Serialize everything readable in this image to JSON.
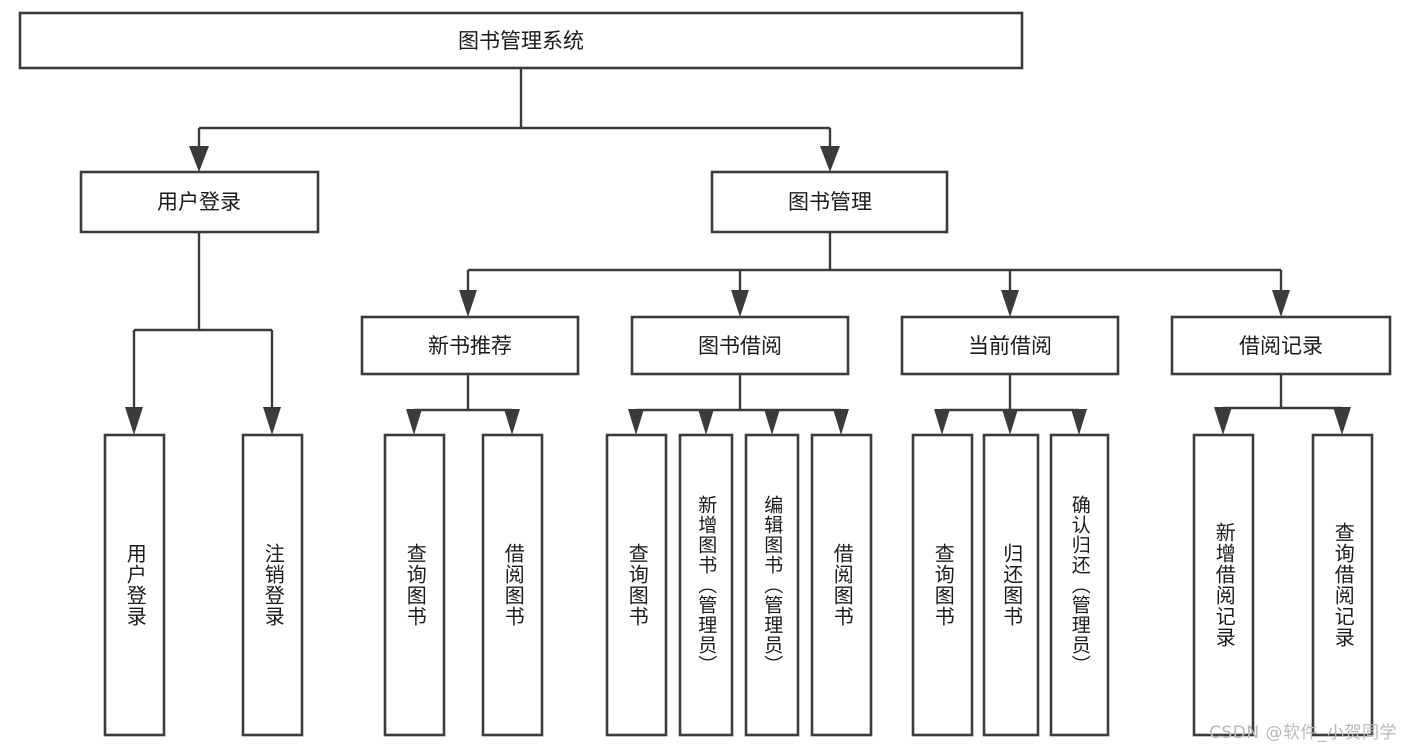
{
  "diagram": {
    "type": "tree-hierarchy",
    "title": "图书管理系统",
    "watermark": "CSDN @软件_小贺同学",
    "colors": {
      "background": "#ffffff",
      "box_stroke": "#3b3b3b",
      "box_fill": "#ffffff",
      "text": "#1b1b1b",
      "connector": "#3b3b3b",
      "watermark": "#b9b9b9"
    },
    "root": {
      "label": "图书管理系统"
    },
    "level2": [
      {
        "label": "用户登录"
      },
      {
        "label": "图书管理"
      }
    ],
    "level3": [
      {
        "label": "新书推荐"
      },
      {
        "label": "图书借阅"
      },
      {
        "label": "当前借阅"
      },
      {
        "label": "借阅记录"
      }
    ],
    "leaves": {
      "user_login": [
        {
          "label": "用户登录"
        },
        {
          "label": "注销登录"
        }
      ],
      "new_book_recommend": [
        {
          "label": "查询图书"
        },
        {
          "label": "借阅图书"
        }
      ],
      "book_borrow": [
        {
          "label": "查询图书"
        },
        {
          "label": "新增图书（管理员）"
        },
        {
          "label": "编辑图书（管理员）"
        },
        {
          "label": "借阅图书"
        }
      ],
      "current_borrow": [
        {
          "label": "查询图书"
        },
        {
          "label": "归还图书"
        },
        {
          "label": "确认归还（管理员）"
        }
      ],
      "borrow_record": [
        {
          "label": "新增借阅记录"
        },
        {
          "label": "查询借阅记录"
        }
      ]
    }
  }
}
